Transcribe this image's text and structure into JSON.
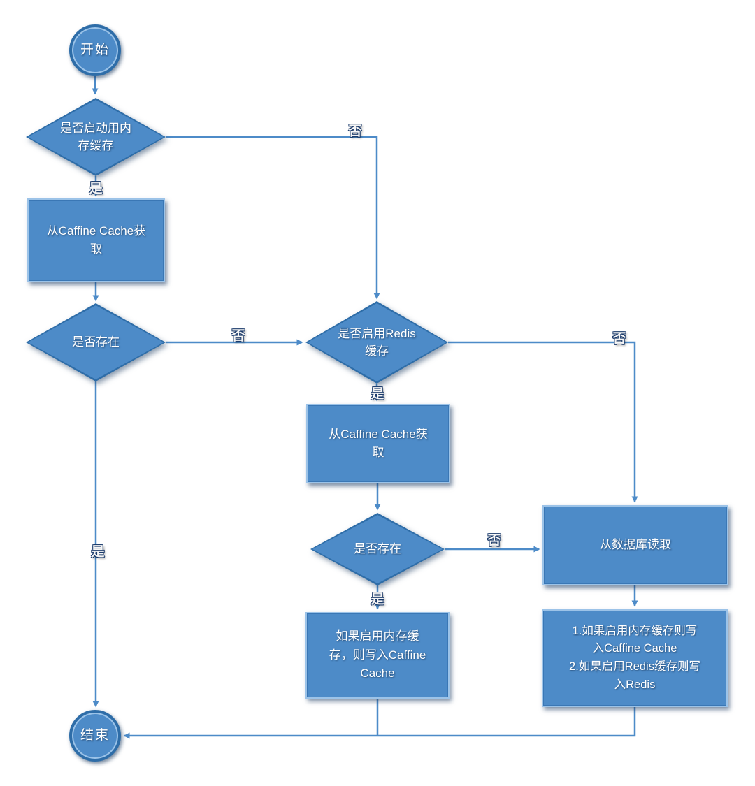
{
  "diagram": {
    "title": "cache-read-flowchart",
    "colors": {
      "node_fill": "#4d8bc8",
      "node_border": "#2e6da8",
      "edge": "#4d8bc8",
      "text": "#ffffff"
    },
    "labels": {
      "yes": "是",
      "no": "否"
    },
    "nodes": {
      "start": {
        "label": "开始"
      },
      "decision_memory_cache": {
        "label": "是否启动用内\n存缓存"
      },
      "process_caffeine_get_1": {
        "label": "从Caffine Cache获\n取"
      },
      "decision_exists_1": {
        "label": "是否存在"
      },
      "decision_redis_cache": {
        "label": "是否启用Redis\n缓存"
      },
      "process_caffeine_get_2": {
        "label": "从Caffine Cache获\n取"
      },
      "decision_exists_2": {
        "label": "是否存在"
      },
      "process_write_caffeine": {
        "label": "如果启用内存缓\n存，则写入Caffine\nCache"
      },
      "process_read_database": {
        "label": "从数据库读取"
      },
      "process_write_both": {
        "label": "1.如果启用内存缓存则写\n入Caffine Cache\n2.如果启用Redis缓存则写\n入Redis"
      },
      "end": {
        "label": "结束"
      }
    }
  }
}
